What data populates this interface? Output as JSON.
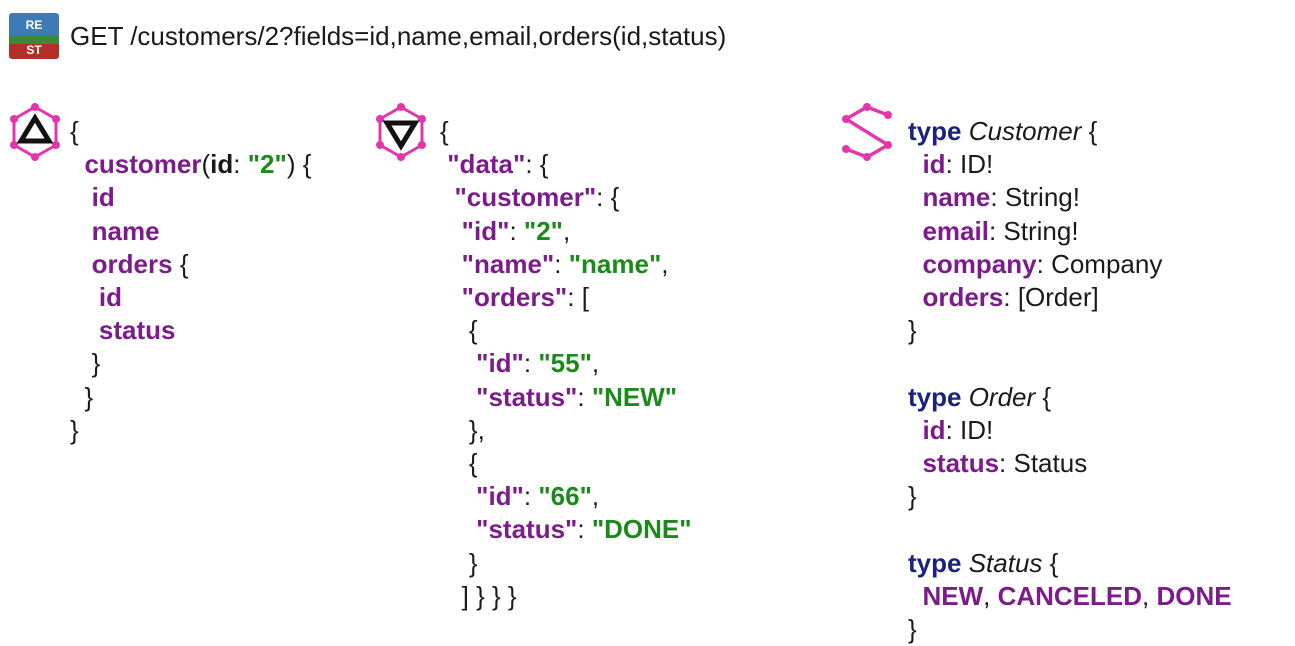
{
  "rest_badge": {
    "top": "RE",
    "bottom": "ST"
  },
  "request": "GET /customers/2?fields=id,name,email,orders(id,status)",
  "query": {
    "open": "{",
    "root_field": "customer",
    "arg_name": "id",
    "arg_value": "\"2\"",
    "fields": [
      "id",
      "name",
      "orders"
    ],
    "order_fields": [
      "id",
      "status"
    ]
  },
  "response": {
    "data_key": "\"data\"",
    "customer_key": "\"customer\"",
    "id_key": "\"id\"",
    "id_value": "\"2\"",
    "name_key": "\"name\"",
    "name_value": "\"name\"",
    "orders_key": "\"orders\"",
    "orders": [
      {
        "id_key": "\"id\"",
        "id": "\"55\"",
        "status_key": "\"status\"",
        "status": "\"NEW\""
      },
      {
        "id_key": "\"id\"",
        "id": "\"66\"",
        "status_key": "\"status\"",
        "status": "\"DONE\""
      }
    ],
    "closing": "] } } }"
  },
  "schema": {
    "keyword": "type",
    "customer": {
      "name": "Customer",
      "fields": [
        {
          "name": "id",
          "type": "ID!"
        },
        {
          "name": "name",
          "type": "String!"
        },
        {
          "name": "email",
          "type": "String!"
        },
        {
          "name": "company",
          "type": "Company"
        },
        {
          "name": "orders",
          "type": "[Order]"
        }
      ]
    },
    "order": {
      "name": "Order",
      "fields": [
        {
          "name": "id",
          "type": "ID!"
        },
        {
          "name": "status",
          "type": "Status"
        }
      ]
    },
    "status": {
      "name": "Status",
      "values": [
        "NEW",
        "CANCELED",
        "DONE"
      ]
    }
  },
  "colors": {
    "field": "#7b1c8a",
    "string": "#1a8a1a",
    "keyword": "#1a237e",
    "graphql_pink": "#e535ab"
  },
  "icons": [
    "graphql-query-icon",
    "graphql-response-icon",
    "graphql-schema-icon"
  ]
}
